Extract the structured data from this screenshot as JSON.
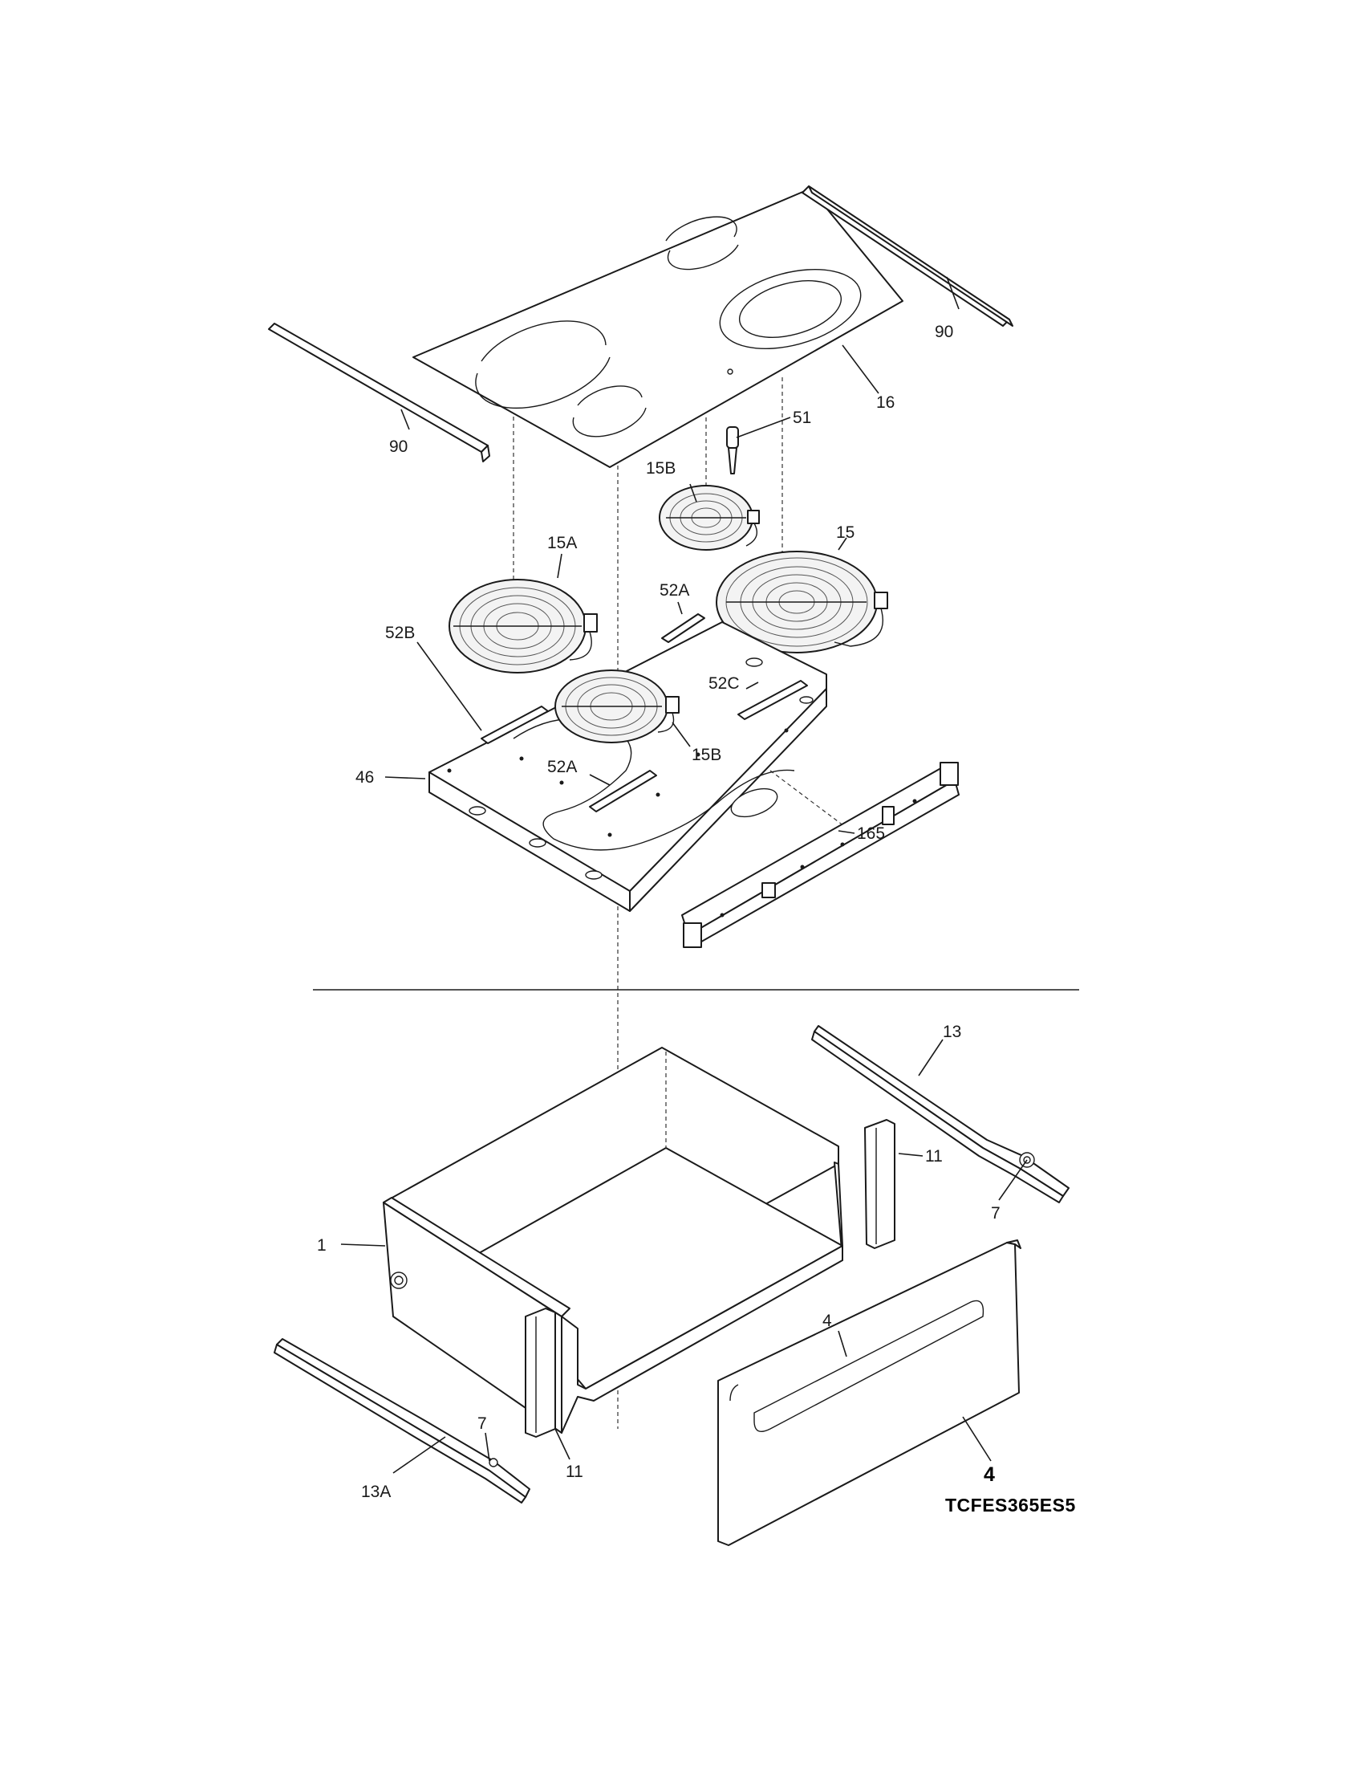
{
  "diagram": {
    "labels": {
      "glass_top": "16",
      "trim_right": "90",
      "trim_left": "90",
      "sensor": "51",
      "element_small_rear": "15B",
      "element_small_front": "15B",
      "element_large_left": "15A",
      "element_large_right": "15",
      "bracket_rear": "52A",
      "bracket_front": "52A",
      "bracket_left": "52B",
      "bracket_right": "52C",
      "burner_box": "46",
      "rear_bracket": "165",
      "drawer_slide_right": "13",
      "drawer_slide_left": "13A",
      "drawer_bracket_right": "11",
      "drawer_bracket_left": "11",
      "roller_right": "7",
      "roller_left": "7",
      "drawer_body": "1",
      "drawer_front_top": "4",
      "drawer_front_bottom": "4"
    },
    "model_code": "TCFES365ES5"
  },
  "colors": {
    "line": "#1a1a1a",
    "background": "#ffffff"
  }
}
